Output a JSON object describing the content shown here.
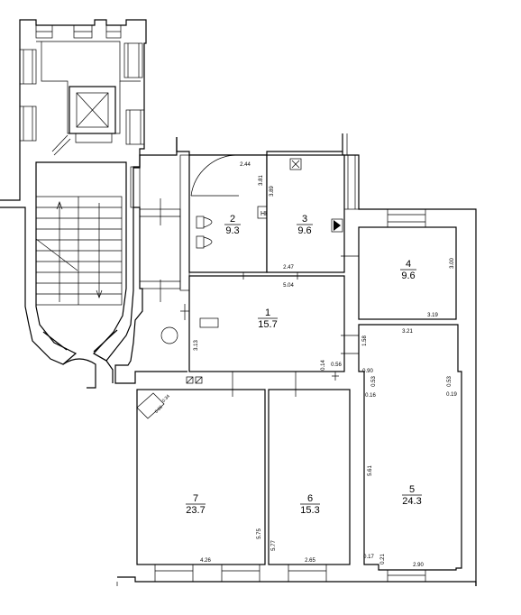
{
  "rooms": [
    {
      "id": "1",
      "area": "15.7"
    },
    {
      "id": "2",
      "area": "9.3"
    },
    {
      "id": "3",
      "area": "9.6"
    },
    {
      "id": "4",
      "area": "9.6"
    },
    {
      "id": "5",
      "area": "24.3"
    },
    {
      "id": "6",
      "area": "15.3"
    },
    {
      "id": "7",
      "area": "23.7"
    }
  ],
  "dimensions": {
    "r2_w": "2.44",
    "r2_h": "3.81",
    "r3_h": "3.89",
    "r3_w": "2.47",
    "r1_w": "5.04",
    "r1_h": "3.13",
    "r1_a": "0.14",
    "r1_b": "0.56",
    "r4_h": "3.00",
    "r4_w": "3.19",
    "r5_top": "3.21",
    "r5_a": "1.58",
    "r5_b": "0.90",
    "r5_c": "0.53",
    "r5_d": "0.16",
    "r5_e": "0.53",
    "r5_f": "0.19",
    "r5_h": "5.61",
    "r5_g": "0.17",
    "r5_i": "0.21",
    "r5_w": "2.90",
    "r6_h": "5.77",
    "r6_w": "2.65",
    "r7_h": "5.75",
    "r7_w": "4.26",
    "chute_a": "0.66",
    "chute_b": "0.34"
  },
  "labels": {
    "hn": "НН"
  }
}
